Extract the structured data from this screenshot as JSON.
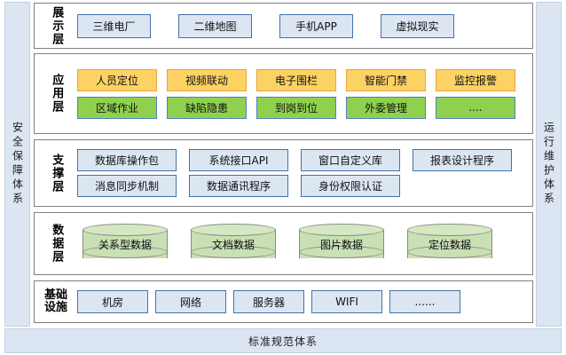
{
  "rails": {
    "left": {
      "name": "security-guarantee-system",
      "text": "安全保障体系"
    },
    "right": {
      "name": "operation-maintenance-system",
      "text": "运行维护体系"
    }
  },
  "bottom_bar": {
    "text": "标准规范体系"
  },
  "colors": {
    "rail_fill": "#dce6f2",
    "rail_border": "#c3d0e0",
    "blue_fill": "#dce6f2",
    "blue_border": "#4472a8",
    "yellow_fill": "#fcd264",
    "yellow_border": "#e8a33d",
    "green_fill": "#8fd14f",
    "green_border": "#4f81bd",
    "cylinder_fill": "#c9e0b4",
    "cylinder_border": "#8a8a8a",
    "layer_border": "#808080"
  },
  "layers": [
    {
      "id": "presentation",
      "label": "展示层",
      "label_vertical": true,
      "rows": [
        {
          "style": "blue",
          "items": [
            "三维电厂",
            "二维地图",
            "手机APP",
            "虚拟现实"
          ]
        }
      ]
    },
    {
      "id": "application",
      "label": "应用层",
      "label_vertical": true,
      "rows": [
        {
          "style": "yellow",
          "items": [
            "人员定位",
            "视频联动",
            "电子围栏",
            "智能门禁",
            "监控报警"
          ]
        },
        {
          "style": "green",
          "items": [
            "区域作业",
            "缺陷隐患",
            "到岗到位",
            "外委管理",
            "...."
          ]
        }
      ]
    },
    {
      "id": "support",
      "label": "支撑层",
      "label_vertical": true,
      "rows": [
        {
          "style": "blue",
          "items": [
            "数据库操作包",
            "系统接口API",
            "窗口自定义库",
            "报表设计程序"
          ]
        },
        {
          "style": "blue",
          "items": [
            "消息同步机制",
            "数据通讯程序",
            "身份权限认证"
          ]
        }
      ]
    },
    {
      "id": "data",
      "label": "数据层",
      "label_vertical": true,
      "rows": [
        {
          "style": "cylinder",
          "items": [
            "关系型数据",
            "文档数据",
            "图片数据",
            "定位数据"
          ]
        }
      ]
    },
    {
      "id": "infrastructure",
      "label": "基础设施",
      "label_vertical": false,
      "label_lines": [
        "基础",
        "设施"
      ],
      "rows": [
        {
          "style": "blue",
          "items": [
            "机房",
            "网络",
            "服务器",
            "WIFI",
            "......"
          ]
        }
      ]
    }
  ]
}
